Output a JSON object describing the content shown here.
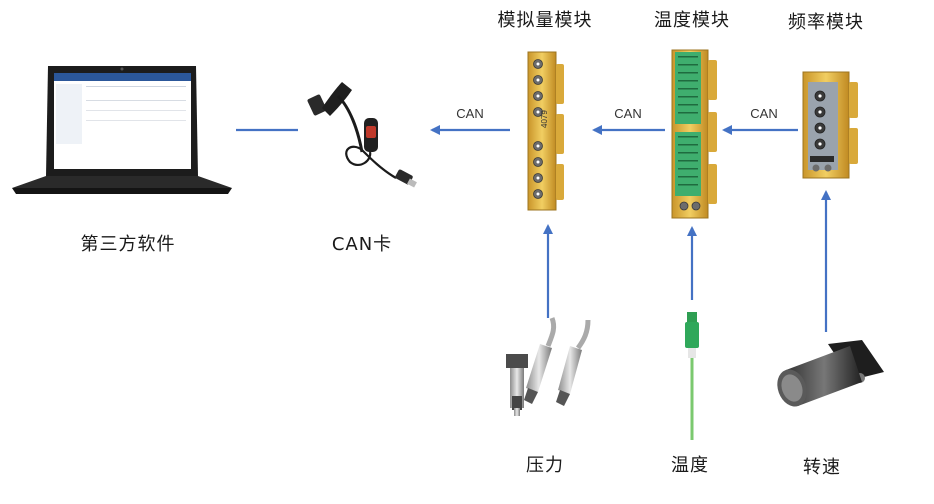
{
  "module_titles": {
    "analog": "模拟量模块",
    "temperature": "温度模块",
    "frequency": "频率模块"
  },
  "device_labels": {
    "software": "第三方软件",
    "can_card": "CAN卡",
    "pressure": "压力",
    "temperature_sensor": "温度",
    "speed": "转速"
  },
  "links": {
    "analog_to_card": "CAN",
    "temp_to_analog": "CAN",
    "freq_to_temp": "CAN"
  },
  "module_printed_text": {
    "analog_badge": "4079"
  },
  "colors": {
    "arrow": "#4472C4",
    "module_gold": "#E5B73C",
    "connector_green": "#3FAE6E"
  }
}
